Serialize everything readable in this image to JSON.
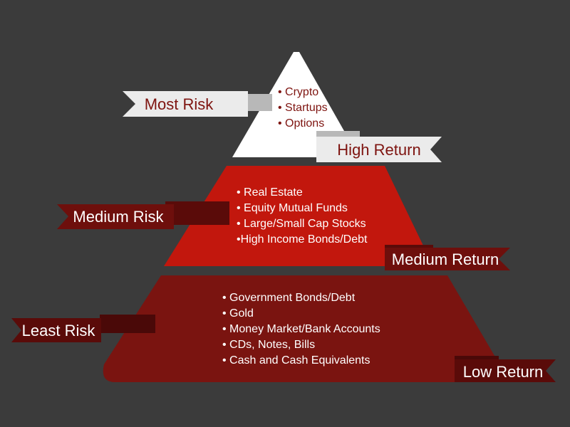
{
  "tiers": [
    {
      "id": "top",
      "risk_label": "Most Risk",
      "return_label": "High Return",
      "items": [
        "• Crypto",
        "• Startups",
        "• Options"
      ]
    },
    {
      "id": "middle",
      "risk_label": "Medium Risk",
      "return_label": "Medium Return",
      "items": [
        "• Real Estate",
        "• Equity Mutual Funds",
        "• Large/Small Cap Stocks",
        "•High Income Bonds/Debt"
      ]
    },
    {
      "id": "bottom",
      "risk_label": "Least Risk",
      "return_label": "Low Return",
      "items": [
        "• Government Bonds/Debt",
        "• Gold",
        "• Money Market/Bank Accounts",
        "• CDs, Notes, Bills",
        "• Cash and Cash Equivalents"
      ]
    }
  ],
  "colors": {
    "background": "#3b3b3b",
    "top_tier": "#ffffff",
    "middle_tier": "#c2170d",
    "bottom_tier": "#7a1410",
    "ribbon_dark": "#6e0f0c",
    "ribbon_light": "#ebebeb"
  }
}
